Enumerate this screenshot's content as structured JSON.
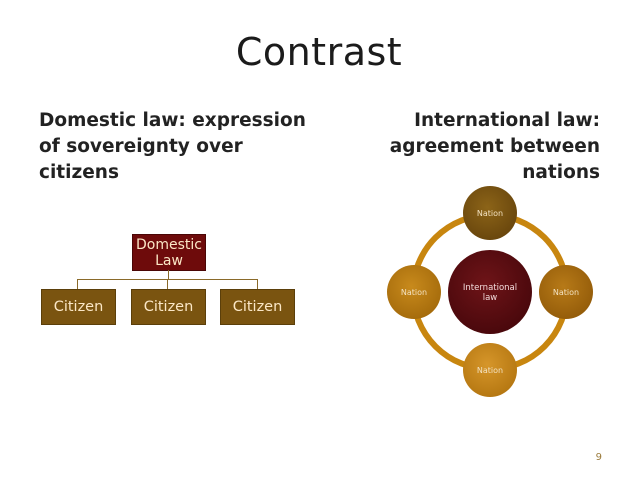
{
  "slide": {
    "title": "Contrast",
    "left_heading": "Domestic law: expression of sovereignty over citizens",
    "right_heading": "International law: agreement between nations",
    "page_number": "9"
  },
  "org_chart": {
    "root": "Domestic Law",
    "children": [
      "Citizen",
      "Citizen",
      "Citizen"
    ]
  },
  "cycle_diagram": {
    "center": "International law",
    "nodes": [
      "Nation",
      "Nation",
      "Nation",
      "Nation"
    ]
  },
  "colors": {
    "domestic_box": "#6e0b0b",
    "citizen_box": "#7a5410",
    "ring": "#c8860f",
    "center_circle": "#5a0c10",
    "nation_top": "#7a5410",
    "nation_right": "#a86a0e",
    "nation_bottom": "#c9861c",
    "nation_left": "#b7780f"
  }
}
